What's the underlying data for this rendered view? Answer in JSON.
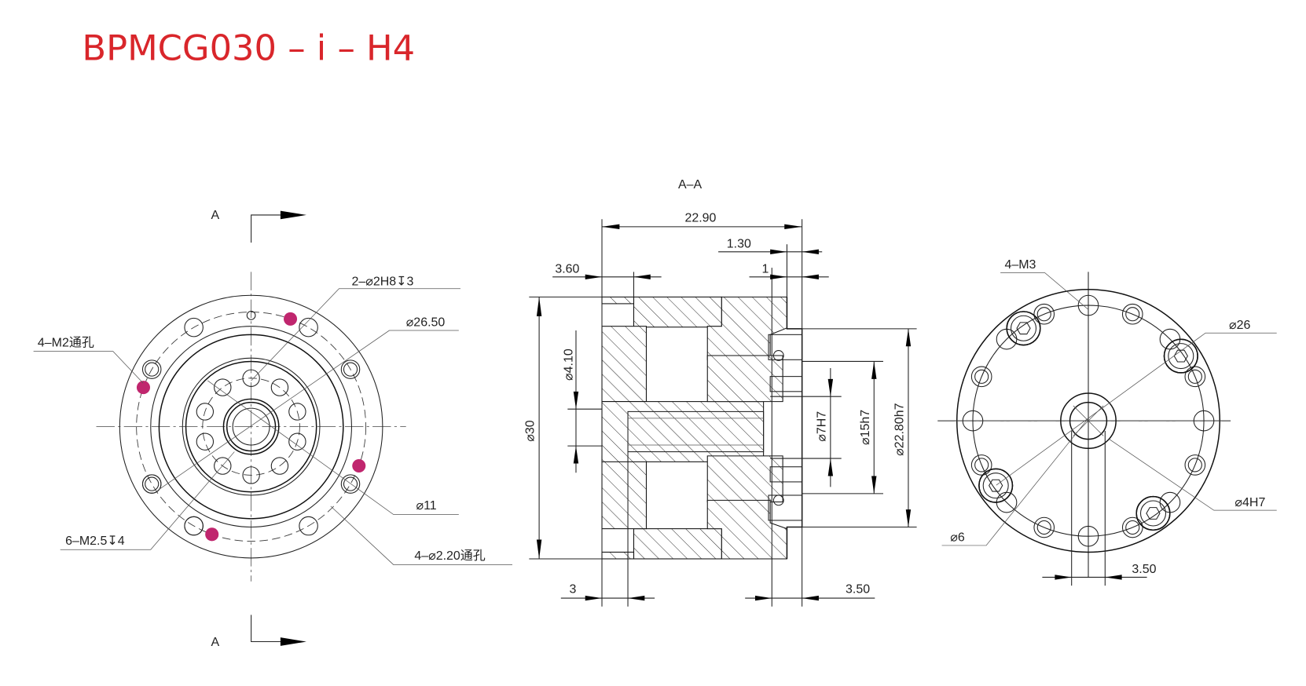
{
  "title": "BPMCG030 – i – H4",
  "colors": {
    "title": "#d9262b",
    "highlight_holes": "#c0266e"
  },
  "section_marks": {
    "top": "A",
    "bottom": "A",
    "section_title": "A–A"
  },
  "front_view": {
    "labels": {
      "dowel": "2–⌀2H8↧3",
      "pcd": "⌀26.50",
      "through_m2": "4–M2通孔",
      "bore": "⌀11",
      "tapped": "6–M2.5↧4",
      "through_220": "4–⌀2.20通孔"
    }
  },
  "section_view": {
    "labels": {
      "length": "22.90",
      "flange_step": "1.30",
      "face_step": "1",
      "left_step": "3.60",
      "shaft_dia": "⌀4.10",
      "outer_dia": "⌀30",
      "bore_dia": "⌀7H7",
      "pilot_dia": "⌀15h7",
      "output_dia": "⌀22.80h7",
      "left_thk": "3",
      "right_offset": "3.50"
    }
  },
  "rear_view": {
    "labels": {
      "screws": "4–M3",
      "pcd": "⌀26",
      "bore": "⌀4H7",
      "hub": "⌀6",
      "key_offset": "3.50"
    }
  }
}
